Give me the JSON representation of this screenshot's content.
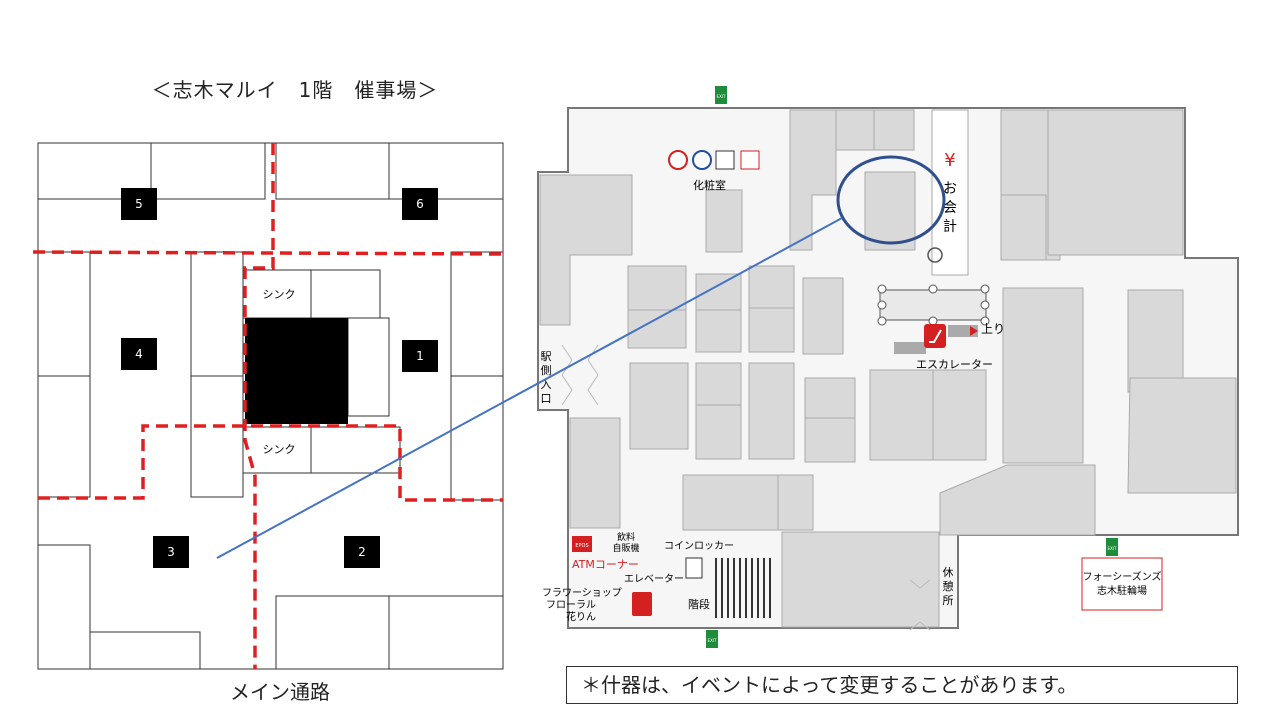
{
  "title": "＜志木マルイ　1階　催事場＞",
  "main_passage_label": "メイン通路",
  "note": "＊什器は、イベントによって変更することがあります。",
  "left_plan": {
    "zones": [
      {
        "id": "1",
        "label": "1"
      },
      {
        "id": "2",
        "label": "2"
      },
      {
        "id": "3",
        "label": "3"
      },
      {
        "id": "4",
        "label": "4"
      },
      {
        "id": "5",
        "label": "5"
      },
      {
        "id": "6",
        "label": "6"
      }
    ],
    "sink_label": "シンク"
  },
  "right_map": {
    "restroom_label": "化粧室",
    "cashier_symbol": "¥",
    "cashier_label": [
      "お",
      "会",
      "計"
    ],
    "escalator_up": "上り",
    "escalator_label": "エスカレーター",
    "station_entrance": [
      "駅",
      "側",
      "入",
      "口"
    ],
    "vending_label": [
      "飲料",
      "自販機"
    ],
    "coin_locker_label": "コインロッカー",
    "atm_label": "ATMコーナー",
    "elevator_label": "エレベーター",
    "stairs_label": "階段",
    "flower_shop_label": [
      "フラワーショップ",
      "フローラル",
      "花りん"
    ],
    "rest_area_label": [
      "休",
      "憩",
      "所"
    ],
    "bicycle_parking_label": [
      "フォーシーズンズ",
      "志木駐輪場"
    ],
    "epos_label": "EPOS",
    "exit_sign": "EXIT"
  },
  "colors": {
    "zone_divider": "#e02020",
    "connector_line": "#4472c4",
    "highlight_circle": "#2f4f8f",
    "map_block": "#d9d9d9",
    "map_outline": "#777777",
    "exit_green": "#1e8c3a",
    "icon_red": "#d42020"
  }
}
